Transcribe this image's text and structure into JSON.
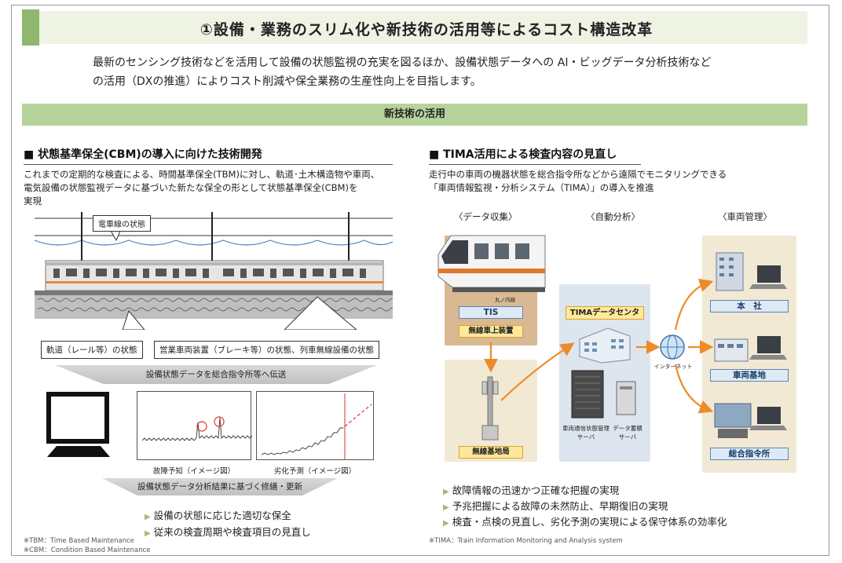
{
  "header": {
    "title": "①設備・業務のスリム化や新技術の活用等によるコスト構造改革",
    "intro_line1": "最新のセンシング技術などを活用して設備の状態監視の充実を図るほか、設備状態データへの AI・ビッグデータ分析技術など",
    "intro_line2": "の活用（DXの推進）によりコスト削減や保全業務の生産性向上を目指します。"
  },
  "band": {
    "label": "新技術の活用"
  },
  "left": {
    "heading": "■ 状態基準保全(CBM)の導入に向けた技術開発",
    "text1": "これまでの定期的な検査による、時間基準保全(TBM)に対し、軌道･土木構造物や車両、",
    "text2": "電気設備の状態監視データに基づいた新たな保全の形として状態基準保全(CBM)を",
    "text3": "実現",
    "callout_wire": "電車線の状態",
    "callout_track": "軌道（レール等）の状態",
    "callout_vehicle": "営業車両装置（ブレーキ等）の状態、列車無線設備の状態",
    "transfer": "設備状態データを総合指令所等へ伝送",
    "caption_fault": "故障予知（イメージ図）",
    "caption_degrade": "劣化予測（イメージ図）",
    "repair": "設備状態データ分析結果に基づく修繕・更新",
    "bullets": [
      "設備の状態に応じた適切な保全",
      "従来の検査周期や検査項目の見直し"
    ],
    "note1": "※TBM：Time Based Maintenance",
    "note2": "※CBM：Condition Based Maintenance"
  },
  "right": {
    "heading": "■ TIMA活用による検査内容の見直し",
    "text1": "走行中の車両の機器状態を総合指令所などから遠隔でモニタリングできる",
    "text2": "「車両情報監視・分析システム（TIMA）」の導入を推進",
    "col_collect": "〈データ収集〉",
    "col_analysis": "〈自動分析〉",
    "col_manage": "〈車両管理〉",
    "train_label": "丸ノ内線",
    "tis": "TIS",
    "onboard": "無線車上装置",
    "base_station": "無線基地局",
    "center": "TIMAデータセンタ",
    "server1": "車両通信状態管理サーバ",
    "server2": "データ蓄積サーバ",
    "internet": "インターネット",
    "dest_hq": "本　社",
    "dest_depot": "車両基地",
    "dest_control": "総合指令所",
    "bullets": [
      "故障情報の迅速かつ正確な把握の実現",
      "予兆把握による故障の未然防止、早期復旧の実現",
      "検査・点検の見直し、劣化予測の実現による保守体系の効率化"
    ],
    "note": "※TIMA：Train Information Monitoring and Analysis system"
  },
  "colors": {
    "accent_green": "#8fb86e",
    "band_green": "#b5d39a",
    "title_bg": "#eef3e4",
    "label_yellow": "#ffe89a",
    "label_blue": "#dde9f5",
    "zone_beige": "#f1e9d4",
    "zone_blue": "#dde6ef",
    "arrow_orange": "#ee8a2a"
  }
}
